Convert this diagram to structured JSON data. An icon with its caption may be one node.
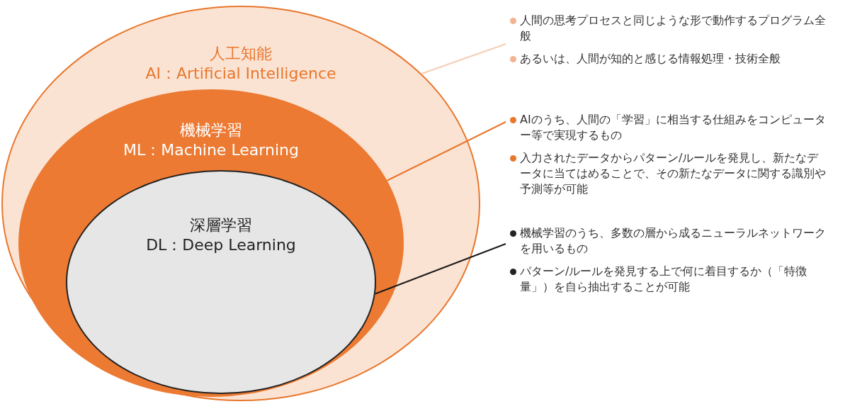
{
  "diagram": {
    "nodes": [
      {
        "text": [
          "人工知能",
          "AI：Artificial Intelligence"
        ]
      },
      {
        "text": [
          "機械学習",
          "ML：Machine Learning"
        ],
        "in": 0
      },
      {
        "text": [
          "深層学習",
          "DL：Deep Learning"
        ],
        "in": 1
      },
      {
        "text": [
          "人間の思考プロセスと同じような形で動作するプログラム全般",
          "あるいは、人間が知的と感じる情報処理・技術全般"
        ]
      },
      {
        "text": [
          "AIのうち、人間の「学習」に相当する仕組みをコンピューター等で実現するもの",
          "入力されたデータからパターン/ルールを発見し、新たなデータに当てはめることで、その新たなデータに関する識別や予測等が可能"
        ]
      },
      {
        "text": [
          "機械学習のうち、多数の層から成るニューラルネットワークを用いるもの",
          "パターン/ルールを発見する上で何に着目するか（「特徴量」）を自ら抽出することが可能"
        ]
      }
    ],
    "edges": [
      {
        "from": 3,
        "to": 0,
        "arrow": "none",
        "color": "#f6cdb3"
      },
      {
        "from": 4,
        "to": 1,
        "arrow": "none",
        "color": "#e8772e"
      },
      {
        "from": 5,
        "to": 2,
        "arrow": "none",
        "color": "#1a1a1a"
      }
    ]
  }
}
